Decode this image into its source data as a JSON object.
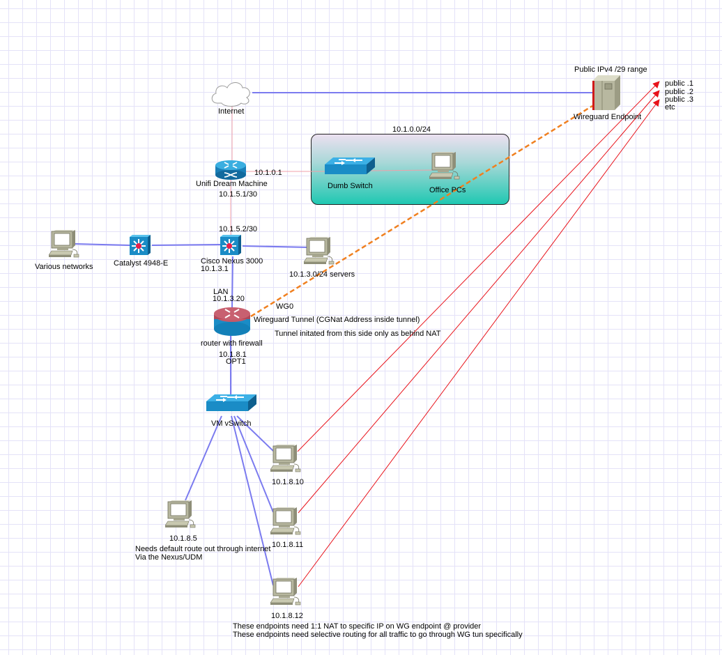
{
  "diagram": {
    "subnet_box": {
      "label": "10.1.0.0/24"
    },
    "nodes": {
      "internet": {
        "label": "Internet",
        "icon": "cloud-icon"
      },
      "udm": {
        "label": "Unifi Dream Machine",
        "ip": "10.1.5.1/30",
        "lan_ip": "10.1.0.1",
        "icon": "router-icon"
      },
      "dumb_switch": {
        "label": "Dumb Switch",
        "icon": "switch-icon"
      },
      "office_pcs": {
        "label": "Office PCs",
        "icon": "workstation-icon"
      },
      "wg_endpoint": {
        "title": "Public IPv4 /29 range",
        "label": "Wireguard Endpoint",
        "icon": "server-tower-icon"
      },
      "public_ips": [
        "public .1",
        "public .2",
        "public .3",
        "etc"
      ],
      "various_networks": {
        "label": "Various networks",
        "icon": "workstation-icon"
      },
      "catalyst": {
        "label": "Catalyst 4948-E",
        "icon": "layer3-switch-icon"
      },
      "nexus": {
        "label": "Cisco Nexus 3000",
        "ip": "10.1.3.1",
        "uplink_ip": "10.1.5.2/30",
        "icon": "layer3-switch-icon"
      },
      "servers": {
        "label": "10.1.3.0/24 servers",
        "icon": "workstation-icon"
      },
      "firewall": {
        "label": "router with firewall",
        "lan_label": "LAN",
        "lan_ip": "10.1.3.20",
        "opt_ip": "10.1.8.1",
        "opt_label": "OPT1",
        "icon": "firewall-router-icon"
      },
      "vswitch": {
        "label": "VM vSwitch",
        "icon": "switch-icon"
      },
      "pc_8_5": {
        "label": "10.1.8.5",
        "icon": "workstation-icon"
      },
      "pc_8_10": {
        "label": "10.1.8.10",
        "icon": "workstation-icon"
      },
      "pc_8_11": {
        "label": "10.1.8.11",
        "icon": "workstation-icon"
      },
      "pc_8_12": {
        "label": "10.1.8.12",
        "icon": "workstation-icon"
      }
    },
    "tunnel": {
      "wg_label": "WG0",
      "description": "Wireguard Tunnel (CGNat Address inside tunnel)",
      "note": "Tunnel initated from this side only as behind NAT"
    },
    "notes": {
      "pc_8_5_line1": "Needs default route out through internet",
      "pc_8_5_line2": "Via the Nexus/UDM",
      "nat_line1": "These endpoints need 1:1 NAT to specific IP on WG endpoint @ provider",
      "nat_line2": "These endpoints need selective routing for all traffic to go through WG tun specifically"
    },
    "colors": {
      "link_blue": "#7b7bef",
      "link_pink": "#f0a0a8",
      "tunnel_orange": "#f08020",
      "nat_red": "#e8121a",
      "cisco_blue": "#1a8cc6"
    }
  }
}
